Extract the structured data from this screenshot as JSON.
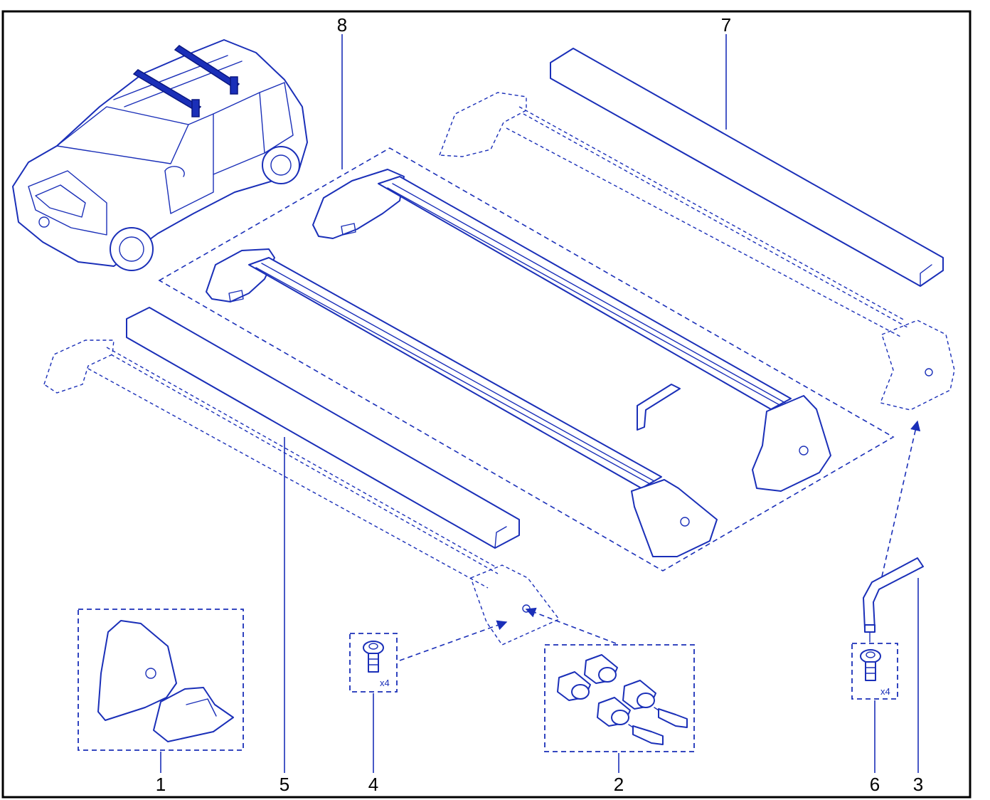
{
  "colors": {
    "line": "#1a2fb8",
    "frame": "#000000",
    "background": "#ffffff"
  },
  "callouts": {
    "c1": "1",
    "c2": "2",
    "c3": "3",
    "c4": "4",
    "c5": "5",
    "c6": "6",
    "c7": "7",
    "c8": "8"
  },
  "quantities": {
    "screw_left": "x4",
    "screw_right": "x4"
  }
}
